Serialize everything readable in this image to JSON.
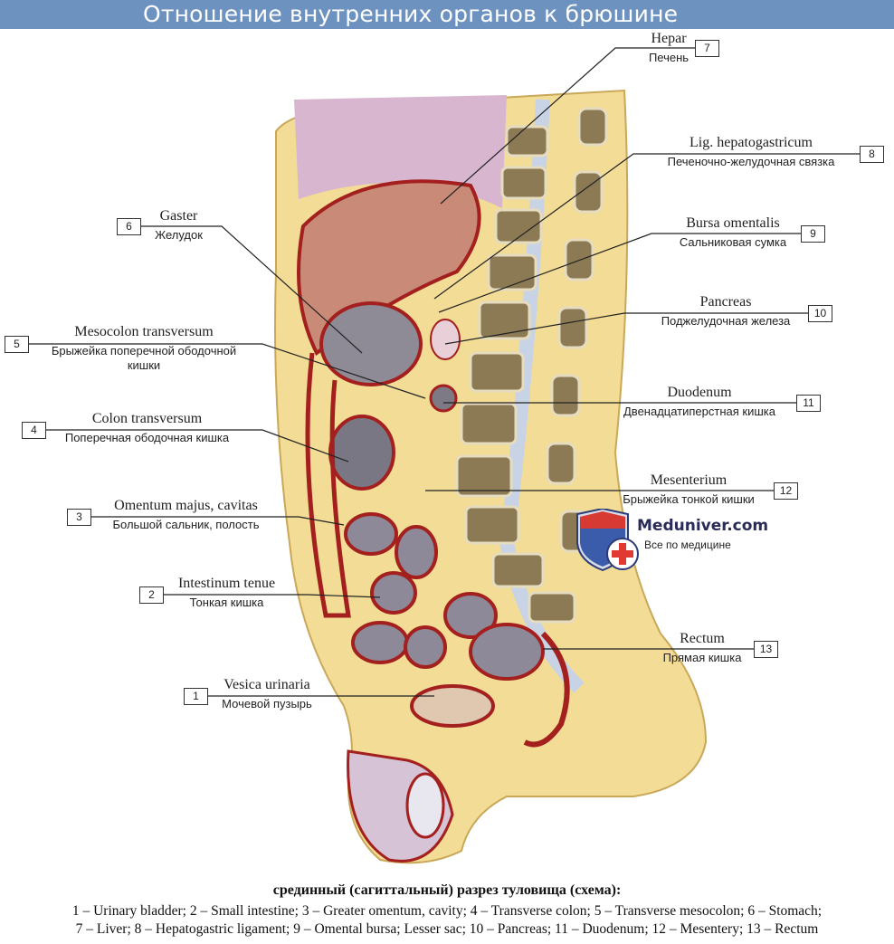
{
  "title": "Отношение внутренних органов к брюшине",
  "labels": [
    {
      "num": "7",
      "latin": "Hepar",
      "russian": "Печень"
    },
    {
      "num": "8",
      "latin": "Lig. hepatogastricum",
      "russian": "Печеночно-желудочная связка"
    },
    {
      "num": "9",
      "latin": "Bursa omentalis",
      "russian": "Сальниковая сумка"
    },
    {
      "num": "10",
      "latin": "Pancreas",
      "russian": "Поджелудочная железа"
    },
    {
      "num": "11",
      "latin": "Duodenum",
      "russian": "Двенадцатиперстная кишка"
    },
    {
      "num": "12",
      "latin": "Mesenterium",
      "russian": "Брыжейка тонкой кишки"
    },
    {
      "num": "13",
      "latin": "Rectum",
      "russian": "Прямая кишка"
    },
    {
      "num": "6",
      "latin": "Gaster",
      "russian": "Желудок"
    },
    {
      "num": "5",
      "latin": "Mesocolon transversum",
      "russian": "Брыжейка поперечной ободочной",
      "russian2": "кишки"
    },
    {
      "num": "4",
      "latin": "Colon transversum",
      "russian": "Поперечная ободочная кишка"
    },
    {
      "num": "3",
      "latin": "Omentum majus, cavitas",
      "russian": "Большой сальник, полость"
    },
    {
      "num": "2",
      "latin": "Intestinum tenue",
      "russian": "Тонкая кишка"
    },
    {
      "num": "1",
      "latin": "Vesica urinaria",
      "russian": "Мочевой пузырь"
    }
  ],
  "watermark": {
    "brand": "Meduniver.com",
    "tagline": "Все по медицине"
  },
  "caption": {
    "title": "срединный (сагиттальный) разрез туловища (схема):",
    "line1": "1 – Urinary bladder; 2 – Small intestine; 3 – Greater omentum, cavity; 4 – Transverse colon; 5 – Transverse mesocolon; 6 – Stomach;",
    "line2": "7 – Liver; 8 – Hepatogastric ligament; 9 – Omental bursa; Lesser sac; 10 – Pancreas; 11 – Duodenum; 12 – Mesentery; 13 – Rectum"
  },
  "colors": {
    "title_bar": "#6d92c0",
    "peritoneum": "#a3201f",
    "fat": "#f0d58a",
    "liver": "#c98b78"
  }
}
